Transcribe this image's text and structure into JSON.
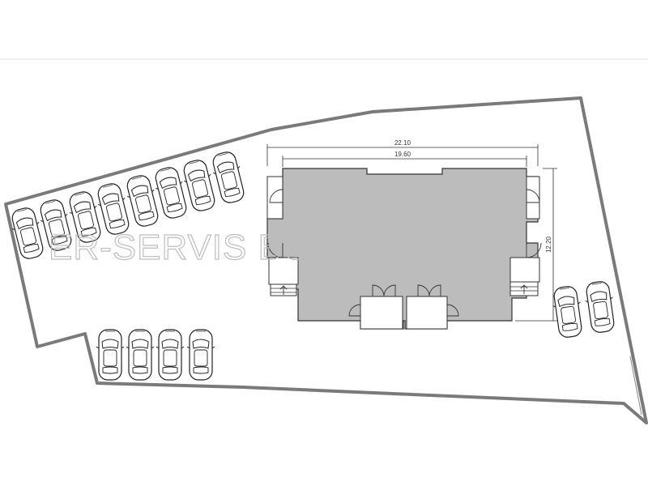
{
  "dimensions": {
    "overall_width": "22.10",
    "inner_width": "19.60",
    "depth": "12.20"
  },
  "watermark": "ER-SERVIS BULAT d.o.o. ©",
  "parking": {
    "upper_row_count": 8,
    "lower_row_count": 4,
    "right_group_count": 2
  }
}
